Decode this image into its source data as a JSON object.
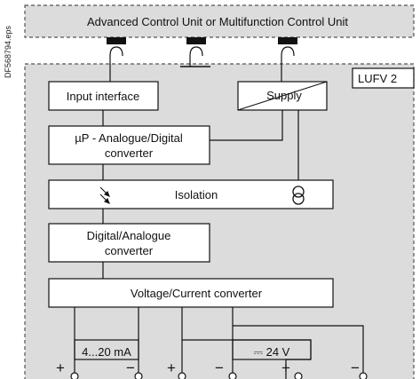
{
  "side_label": "DF568794.eps",
  "header": {
    "title": "Advanced Control Unit or Multifunction Control Unit"
  },
  "module": {
    "name": "LUFV 2"
  },
  "blocks": {
    "input_interface": "Input interface",
    "supply": "Supply",
    "up_converter_line1": "µP - Analogue/Digital",
    "up_converter_line2": "converter",
    "isolation": "Isolation",
    "da_converter_line1": "Digital/Analogue",
    "da_converter_line2": "converter",
    "vc_converter": "Voltage/Current converter"
  },
  "outputs": {
    "current_range": "4...20 mA",
    "voltage_supply": "⎓ 24 V",
    "polarity": [
      "+",
      "−",
      "+",
      "−",
      "+",
      "−"
    ]
  },
  "colors": {
    "module_fill": "#dcdcdc",
    "block_fill": "#ffffff",
    "line": "#111111",
    "dash": "#555555"
  }
}
